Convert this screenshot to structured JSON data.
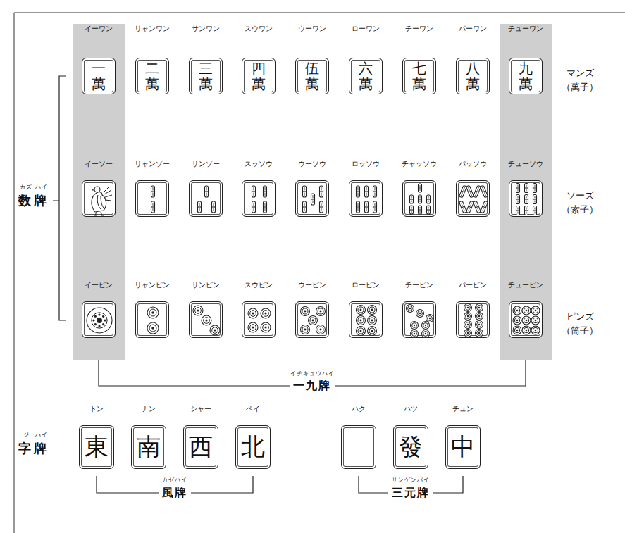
{
  "diagram": {
    "nodes": [
      {
        "text": [
          "イーワン",
          "一萬"
        ]
      },
      {
        "text": [
          "リャンワン",
          "二萬"
        ]
      },
      {
        "text": [
          "サンワン",
          "三萬"
        ]
      },
      {
        "text": [
          "スウワン",
          "四萬"
        ]
      },
      {
        "text": [
          "ウーワン",
          "伍萬"
        ]
      },
      {
        "text": [
          "ローワン",
          "六萬"
        ]
      },
      {
        "text": [
          "チーワン",
          "七萬"
        ]
      },
      {
        "text": [
          "パーワン",
          "八萬"
        ]
      },
      {
        "text": [
          "チューワン",
          "九萬"
        ]
      },
      {
        "text": [
          "イーソー"
        ]
      },
      {
        "text": [
          "リャンゾー"
        ]
      },
      {
        "text": [
          "サンゾー"
        ]
      },
      {
        "text": [
          "スッソウ"
        ]
      },
      {
        "text": [
          "ウーソウ"
        ]
      },
      {
        "text": [
          "ロッソウ"
        ]
      },
      {
        "text": [
          "チャッソウ"
        ]
      },
      {
        "text": [
          "パッソウ"
        ]
      },
      {
        "text": [
          "チューソウ"
        ]
      },
      {
        "text": [
          "イーピン"
        ]
      },
      {
        "text": [
          "リャンピン"
        ]
      },
      {
        "text": [
          "サンピン"
        ]
      },
      {
        "text": [
          "スウピン"
        ]
      },
      {
        "text": [
          "ウーピン"
        ]
      },
      {
        "text": [
          "ローピン"
        ]
      },
      {
        "text": [
          "チーピン"
        ]
      },
      {
        "text": [
          "パーピン"
        ]
      },
      {
        "text": [
          "チューピン"
        ]
      },
      {
        "text": [
          "トン",
          "東"
        ]
      },
      {
        "text": [
          "ナン",
          "南"
        ]
      },
      {
        "text": [
          "シャー",
          "西"
        ]
      },
      {
        "text": [
          "ペイ",
          "北"
        ]
      },
      {
        "text": [
          "ハク"
        ]
      },
      {
        "text": [
          "ハツ",
          "發"
        ]
      },
      {
        "text": [
          "チュン",
          "中"
        ]
      }
    ],
    "labels": [
      "マンズ",
      "（萬子）",
      "ソーズ",
      "（索子）",
      "ピンズ",
      "（筒子）",
      "カズ",
      "ハイ",
      "数牌",
      "イチキュウハイ",
      "一九牌",
      "ジ",
      "ハイ",
      "字牌",
      "カゼハイ",
      "風牌",
      "サンゲンパイ",
      "三元牌"
    ]
  }
}
